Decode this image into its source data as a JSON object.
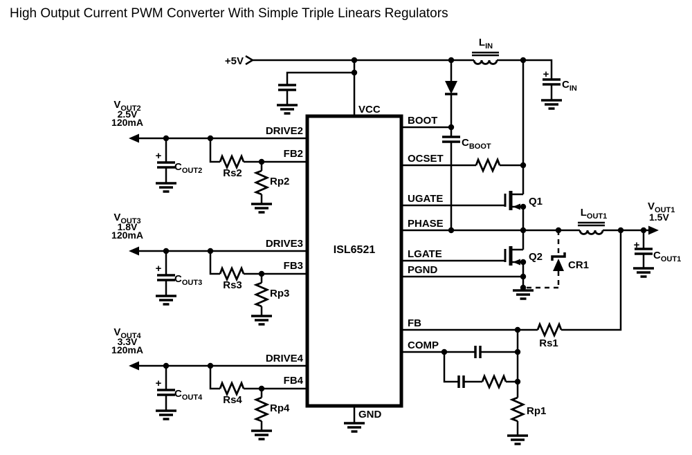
{
  "title": "High Output Current PWM Converter With Simple Triple Linears Regulators",
  "supply": {
    "label": "+5V"
  },
  "ic": {
    "part": "ISL6521",
    "pin_vcc": "VCC",
    "pin_gnd": "GND",
    "right_pins": [
      "BOOT",
      "OCSET",
      "UGATE",
      "PHASE",
      "LGATE",
      "PGND",
      "FB",
      "COMP"
    ]
  },
  "input_stage": {
    "inductor_prefix": "L",
    "inductor_sub": "IN",
    "cap_prefix": "C",
    "cap_sub": "IN",
    "cap_polarity": "+",
    "boot_cap_prefix": "C",
    "boot_cap_sub": "BOOT"
  },
  "switching": {
    "q1": "Q1",
    "q2": "Q2",
    "cr1": "CR1"
  },
  "output1": {
    "inductor_prefix": "L",
    "inductor_sub": "OUT1",
    "v_prefix": "V",
    "v_sub": "OUT1",
    "voltage": "1.5V",
    "cap_prefix": "C",
    "cap_sub": "OUT1",
    "cap_polarity": "+",
    "rs": "Rs1",
    "rp": "Rp1"
  },
  "linear_outputs": [
    {
      "v_prefix": "V",
      "v_sub": "OUT2",
      "voltage": "2.5V",
      "current": "120mA",
      "drive": "DRIVE2",
      "fb": "FB2",
      "cap_prefix": "C",
      "cap_sub": "OUT2",
      "cap_polarity": "+",
      "rs": "Rs2",
      "rp": "Rp2"
    },
    {
      "v_prefix": "V",
      "v_sub": "OUT3",
      "voltage": "1.8V",
      "current": "120mA",
      "drive": "DRIVE3",
      "fb": "FB3",
      "cap_prefix": "C",
      "cap_sub": "OUT3",
      "cap_polarity": "+",
      "rs": "Rs3",
      "rp": "Rp3"
    },
    {
      "v_prefix": "V",
      "v_sub": "OUT4",
      "voltage": "3.3V",
      "current": "120mA",
      "drive": "DRIVE4",
      "fb": "FB4",
      "cap_prefix": "C",
      "cap_sub": "OUT4",
      "cap_polarity": "+",
      "rs": "Rs4",
      "rp": "Rp4"
    }
  ]
}
